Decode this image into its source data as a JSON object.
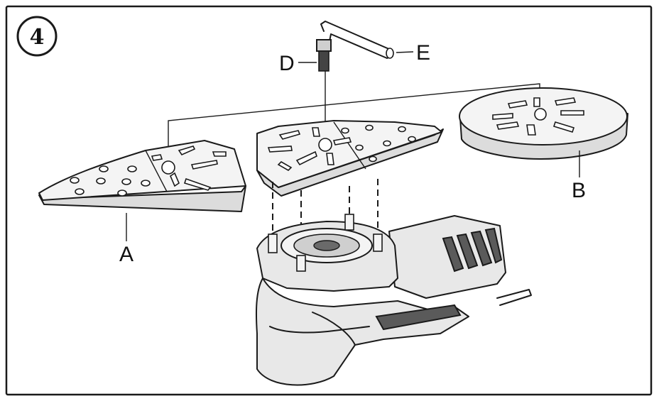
{
  "step": {
    "number": "4"
  },
  "labels": {
    "a": "A",
    "b": "B",
    "d": "D",
    "e": "E"
  }
}
